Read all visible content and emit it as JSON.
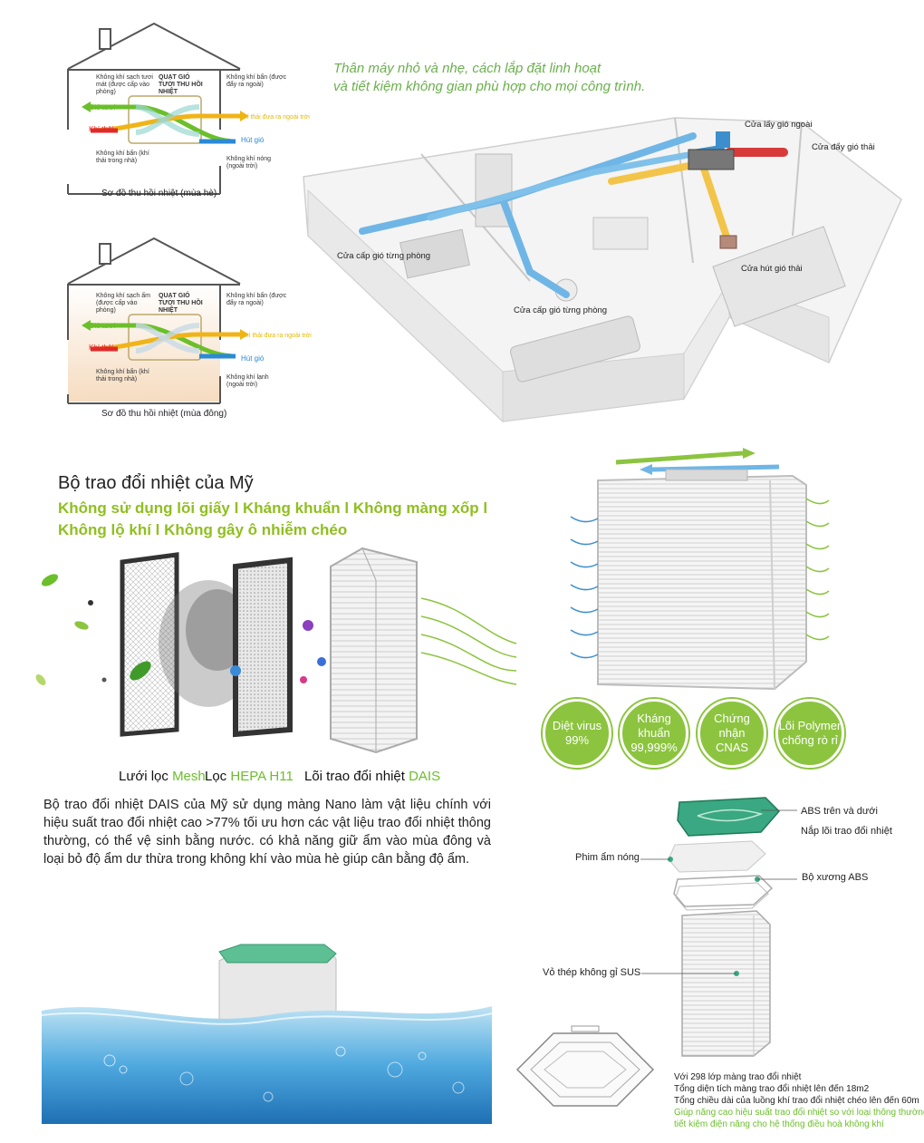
{
  "summer_diagram": {
    "center_title": "QUẠT GIÓ TƯƠI THU HỒI NHIỆT",
    "top_left": "Không khí sạch tươi mát (được cấp vào phòng)",
    "top_right": "Không khí bẩn (được đẩy ra ngoài)",
    "fresh_air": "Gió tươi",
    "exhaust": "Khí thải",
    "exhaust_out": "Khí thải đưa ra ngoài trời",
    "intake": "Hút gió",
    "bottom_left": "Không khí bẩn (khí thải trong nhà)",
    "bottom_right": "Không khí nóng (ngoài trời)",
    "caption": "Sơ đồ thu hồi nhiệt (mùa hè)"
  },
  "winter_diagram": {
    "center_title": "QUẠT GIÓ TƯƠI THU HỒI NHIỆT",
    "top_left": "Không khí sạch ấm (được cấp vào phòng)",
    "top_right": "Không khí bẩn (được đẩy ra ngoài)",
    "fresh_air": "Gió tươi",
    "exhaust": "Khí thải",
    "exhaust_out": "Khí thải đưa ra ngoài trời",
    "intake": "Hút gió",
    "bottom_left": "Không khí bẩn (khí thải trong nhà)",
    "bottom_right": "Không khí lạnh (ngoài trời)",
    "caption": "Sơ đồ thu hồi nhiệt (mùa đông)"
  },
  "tagline": {
    "line1": "Thân máy nhỏ và nhẹ, cách lắp đặt linh hoạt",
    "line2": "và tiết kiệm không gian phù hợp cho mọi công trình."
  },
  "apartment_callouts": {
    "outdoor_intake": "Cửa lấy gió ngoài",
    "exhaust_out": "Cửa đẩy gió thải",
    "supply_room_1": "Cửa cấp gió từng phòng",
    "supply_room_2": "Cửa cấp gió từng phòng",
    "return_air": "Cửa hút gió thải"
  },
  "section": {
    "title": "Bộ trao đổi nhiệt của Mỹ",
    "feature_line1": "Không sử dụng lõi giấy l Kháng khuẩn l Không màng xốp l",
    "feature_line2": "Không lộ khí l Không gây ô nhiễm chéo"
  },
  "filters": {
    "mesh_prefix": "Lưới lọc ",
    "mesh_name": "Mesh",
    "hepa_prefix": "Lọc ",
    "hepa_name": "HEPA H11",
    "core_prefix": "Lõi trao đổi nhiệt ",
    "core_name": "DAIS"
  },
  "description": "Bộ trao đổi nhiệt DAIS của Mỹ sử dụng màng Nano làm vật liệu chính với hiệu suất trao đổi nhiệt cao >77% tối ưu hơn các vật liệu trao đổi nhiệt thông thường, có thể vệ sinh bằng nước. có khả năng giữ ẩm vào mùa đông và loại bỏ độ ẩm dư thừa trong không khí vào mùa hè giúp cân bằng độ ẩm.",
  "badges": [
    {
      "line1": "Diệt virus",
      "line2": "99%"
    },
    {
      "line1": "Kháng khuẩn",
      "line2": "99,999%"
    },
    {
      "line1": "Chứng nhận",
      "line2": "CNAS"
    },
    {
      "line1": "Lõi Polymer",
      "line2": "chống rò rỉ"
    }
  ],
  "exploded_callouts": {
    "abs_top_bottom": "ABS trên và dưới",
    "core_cover": "Nắp lõi trao đổi nhiệt",
    "film": "Phim ẩm nóng",
    "abs_frame": "Bộ xương ABS",
    "steel_shell": "Vỏ thép không gỉ SUS"
  },
  "bottom_notes": {
    "line1": "Với 298 lớp màng trao đổi nhiệt",
    "line2": "Tổng diện tích màng trao đổi nhiệt lên đến 18m2",
    "line3": "Tổng chiều dài của luồng khí trao đổi nhiệt chéo lên đến 60m",
    "line4": "Giúp năng cao hiệu suất trao đổi nhiệt so với loại thông thường,",
    "line5": "tiết kiệm điện năng cho hệ thống điều hoà không khí"
  },
  "colors": {
    "green": "#8cc43f",
    "fresh": "#6bbf2a",
    "exhaust": "#e02a2a",
    "yellow": "#e6b800",
    "blue": "#2a8ad6",
    "teal": "#3aa882"
  }
}
